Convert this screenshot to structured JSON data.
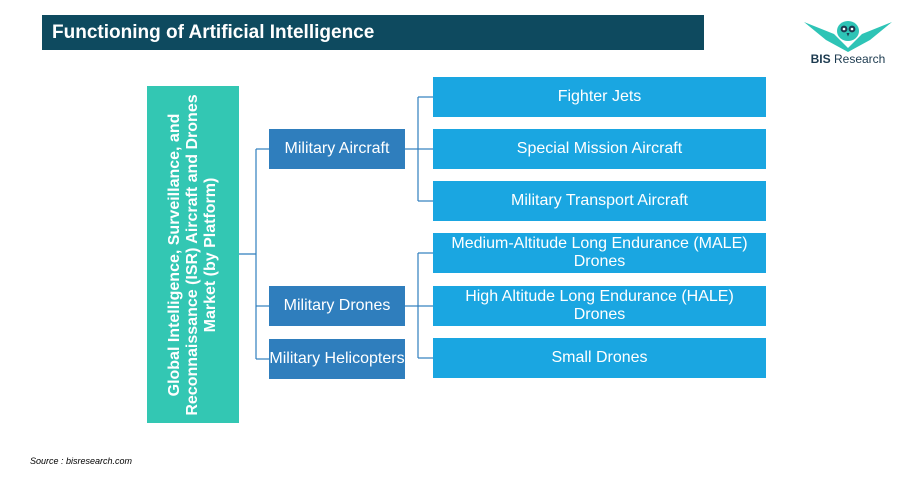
{
  "header": {
    "title": "Functioning of Artificial Intelligence"
  },
  "logo": {
    "brand_bold": "BIS",
    "brand_rest": " Research",
    "icon": "owl-icon"
  },
  "diagram": {
    "root": "Global Intelligence, Surveillance, and Reconnaissance (ISR) Aircraft and Drones Market (by Platform)",
    "categories": [
      {
        "label": "Military Aircraft",
        "children": [
          "Fighter Jets",
          "Special Mission Aircraft",
          "Military Transport Aircraft"
        ]
      },
      {
        "label": "Military Drones",
        "children": [
          "Medium-Altitude Long Endurance (MALE) Drones",
          "High Altitude Long Endurance (HALE) Drones",
          "Small Drones"
        ]
      },
      {
        "label": "Military Helicopters",
        "children": []
      }
    ]
  },
  "footer": {
    "source": "Source : bisresearch.com"
  },
  "colors": {
    "title_bg": "#0e4a5f",
    "root_bg": "#33c7b3",
    "category_bg": "#2f7ebd",
    "leaf_bg": "#1aa6e1",
    "connector": "#2f7ebd",
    "logo_teal": "#2ec4b6"
  }
}
